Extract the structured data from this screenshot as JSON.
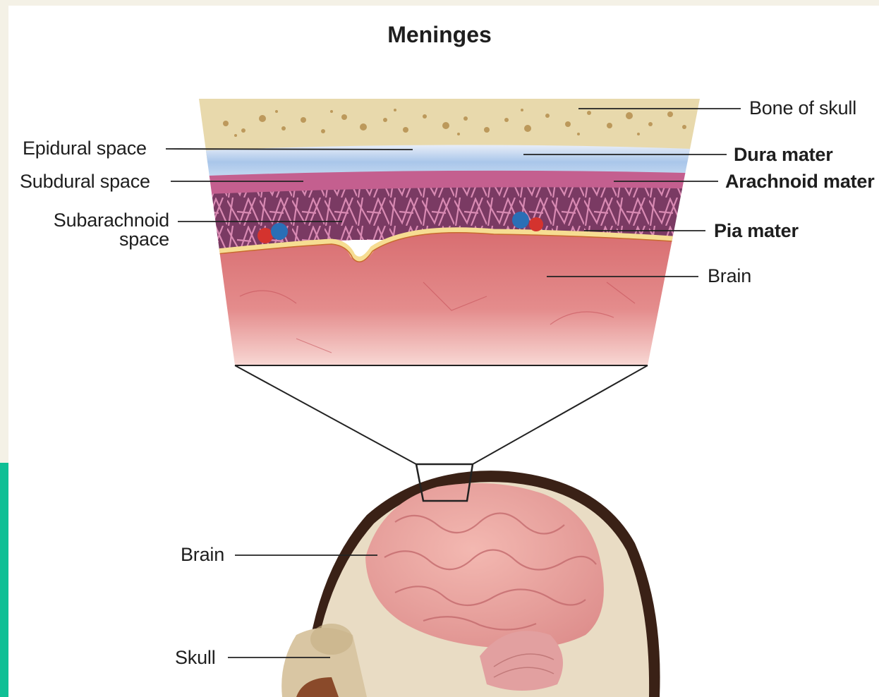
{
  "title": "Meninges",
  "labels": {
    "bone_of_skull": "Bone of skull",
    "epidural_space": "Epidural space",
    "dura_mater": "Dura mater",
    "subdural_space": "Subdural space",
    "arachnoid_mater": "Arachnoid mater",
    "subarachnoid_space_line1": "Subarachnoid",
    "subarachnoid_space_line2": "space",
    "pia_mater": "Pia mater",
    "brain_detail": "Brain",
    "brain_head": "Brain",
    "skull": "Skull"
  },
  "colors": {
    "page_background": "#f4f1e6",
    "accent": "#0fbf95",
    "bone": "#e6d6a8",
    "dura": "#b8d2ec",
    "arachnoid": "#c46b96",
    "pia": "#f6dd92",
    "brain_tissue": "#dc7f80",
    "cerebrum": "#eca49f",
    "label_text": "#1e1e1e"
  }
}
